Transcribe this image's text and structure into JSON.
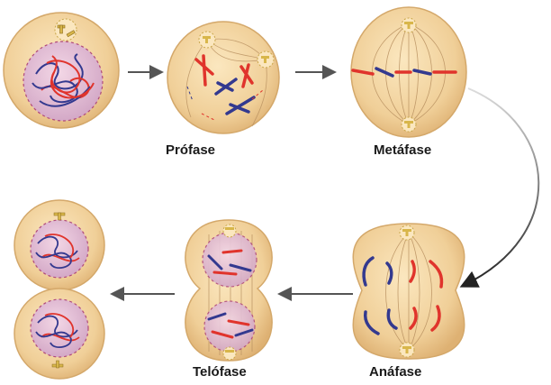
{
  "labels": {
    "prophase": "Prófase",
    "metaphase": "Metáfase",
    "anaphase": "Anáfase",
    "telophase": "Telófase"
  },
  "colors": {
    "cytoplasm": "#f0cf98",
    "cytoplasm_edge": "#d8ae6e",
    "nucleus": "#dcb6d0",
    "chromosome_red": "#e0342c",
    "chromosome_blue": "#33398f",
    "centrosome": "#d8b64a",
    "arrow": "#555555",
    "label": "#1a1a1a"
  },
  "icons": {
    "arrow": "right-arrow-icon",
    "centrosome": "centrosome-icon"
  }
}
